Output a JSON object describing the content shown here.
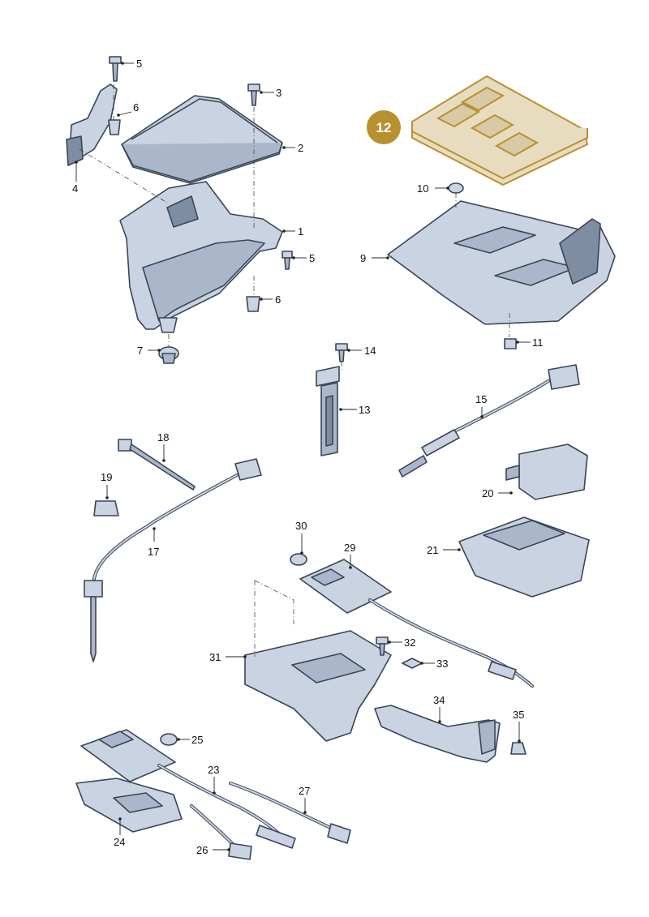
{
  "highlighted_part": "12",
  "labels": {
    "l1": "1",
    "l2": "2",
    "l3": "3",
    "l4": "4",
    "l5a": "5",
    "l5b": "5",
    "l6a": "6",
    "l6b": "6",
    "l7": "7",
    "l9": "9",
    "l10": "10",
    "l11": "11",
    "l13": "13",
    "l14": "14",
    "l15": "15",
    "l17": "17",
    "l18": "18",
    "l19": "19",
    "l20": "20",
    "l21": "21",
    "l23": "23",
    "l24": "24",
    "l25": "25",
    "l26": "26",
    "l27": "27",
    "l29": "29",
    "l30": "30",
    "l31": "31",
    "l32": "32",
    "l33": "33",
    "l34": "34",
    "l35": "35"
  },
  "colors": {
    "part_fill": "#c9d3e2",
    "part_outline": "#3a4556",
    "highlight_fill": "#e8dcc0",
    "highlight_outline": "#b8912f",
    "badge": "#b8912f"
  }
}
